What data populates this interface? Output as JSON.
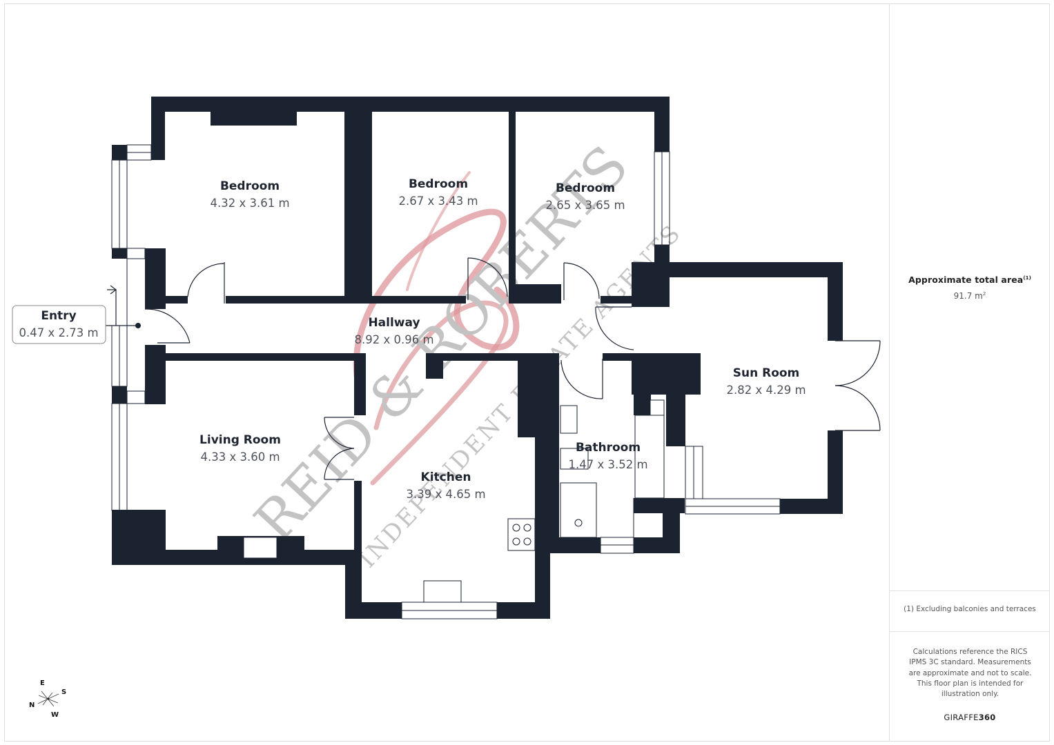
{
  "plan": {
    "wall_color": "#1b2230",
    "rooms": [
      {
        "name": "Bedroom",
        "dimensions": "4.32 x 3.61 m"
      },
      {
        "name": "Bedroom",
        "dimensions": "2.67 x 3.43 m"
      },
      {
        "name": "Bedroom",
        "dimensions": "2.65 x 3.65 m"
      },
      {
        "name": "Hallway",
        "dimensions": "8.92 x 0.96 m"
      },
      {
        "name": "Entry",
        "dimensions": "0.47 x 2.73 m"
      },
      {
        "name": "Living Room",
        "dimensions": "4.33 x 3.60 m"
      },
      {
        "name": "Kitchen",
        "dimensions": "3.39 x 4.65 m"
      },
      {
        "name": "Bathroom",
        "dimensions": "1.47 x 3.52 m"
      },
      {
        "name": "Sun Room",
        "dimensions": "2.82 x 4.29 m"
      }
    ],
    "compass": {
      "n": "N",
      "e": "E",
      "s": "S",
      "w": "W"
    },
    "watermark": {
      "brand": "REID & ROBERTS",
      "tagline": "INDEPENDENT ESTATE AGENTS",
      "monogram_color": "#d98a8f",
      "text_color": "#c4c4c4"
    }
  },
  "side_panel": {
    "area_title": "Approximate total area",
    "area_footnote_marker": "(1)",
    "area_value": "91.7 m",
    "area_unit_sup": "2",
    "footnote": "(1) Excluding balconies and terraces",
    "disclaimer": "Calculations reference the RICS IPMS 3C standard. Measurements are approximate and not to scale. This floor plan is intended for illustration only.",
    "brand_light": "GIRAFFE",
    "brand_bold": "360"
  }
}
